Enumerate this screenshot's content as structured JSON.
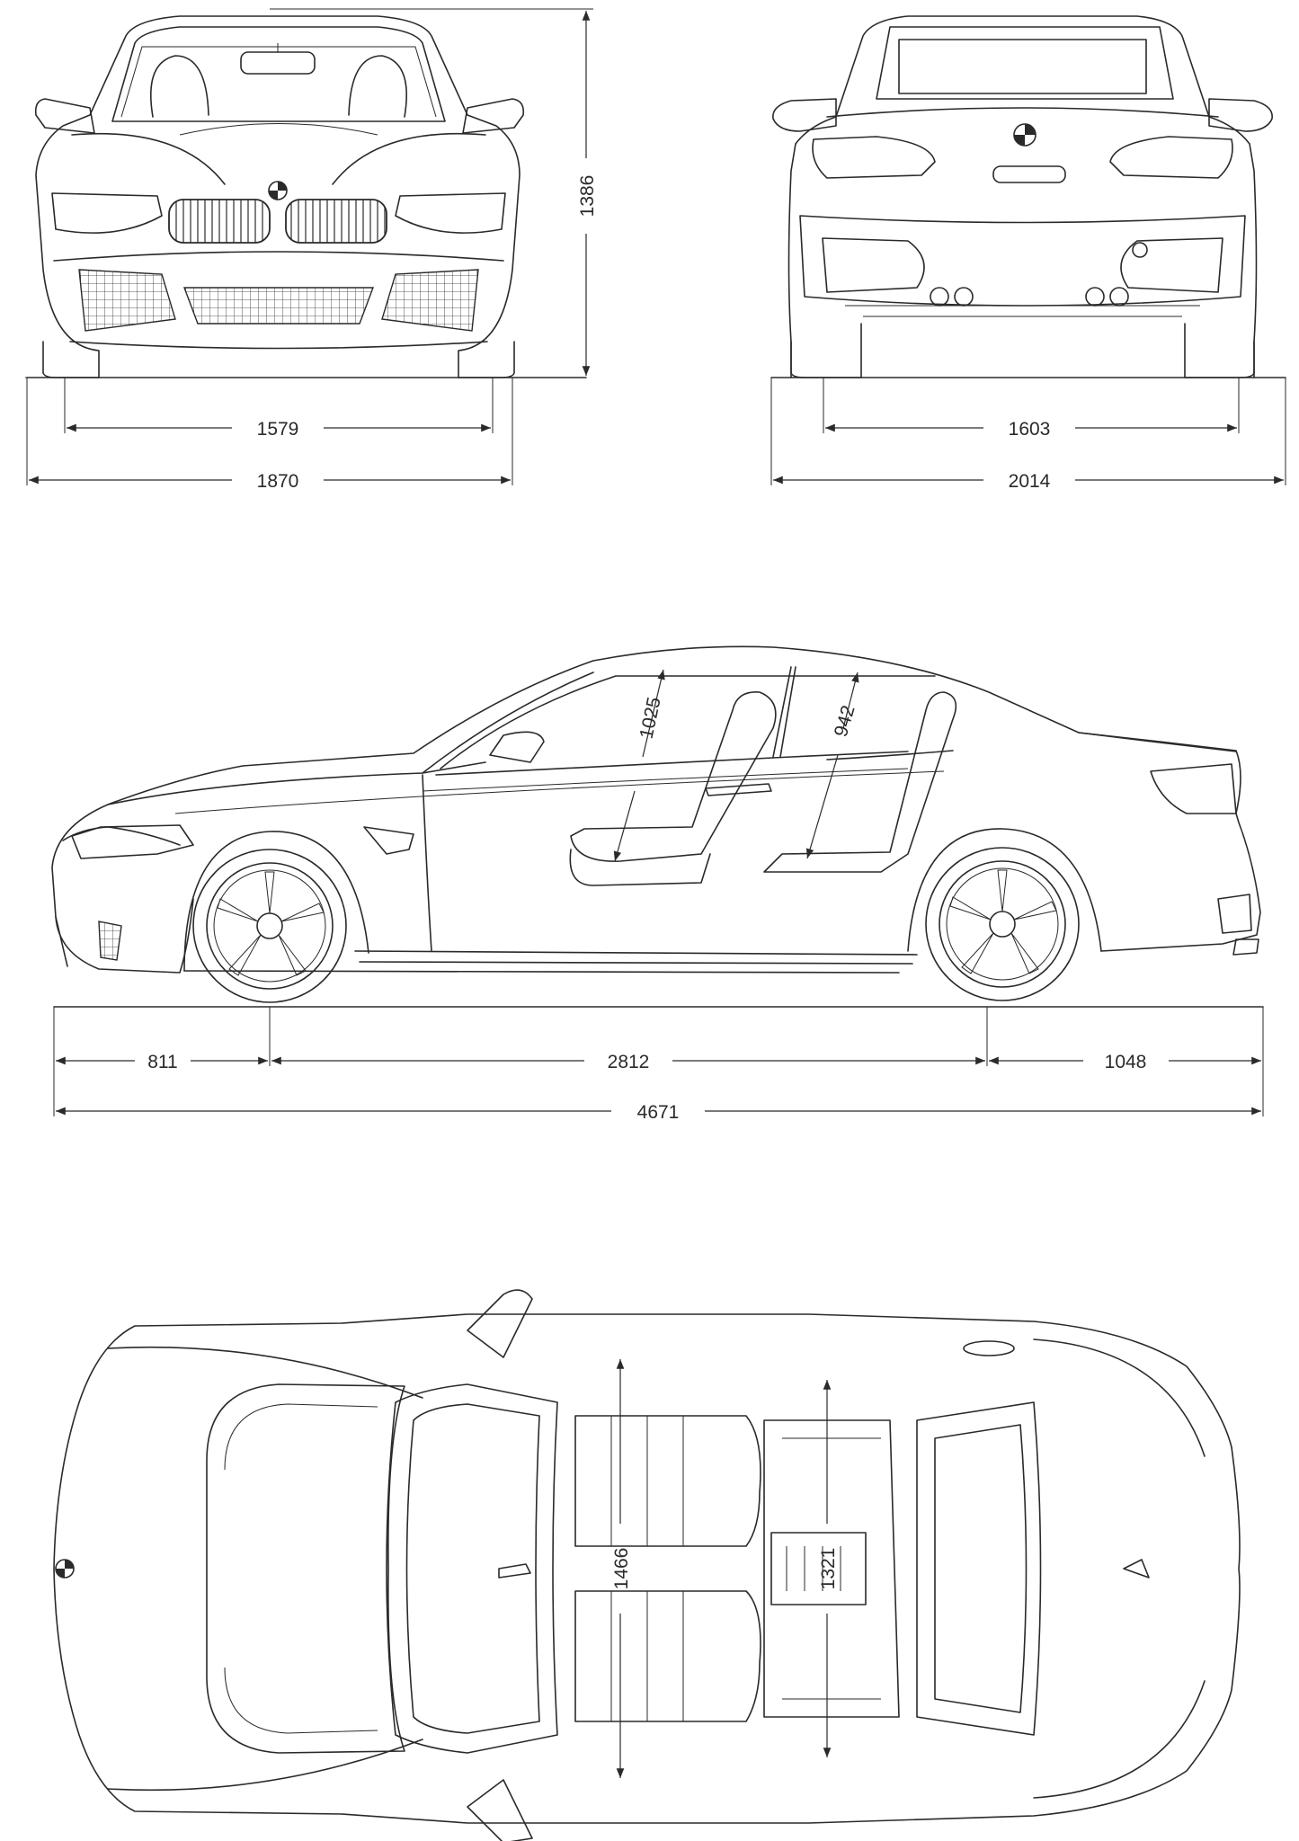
{
  "dimensions": {
    "front_track": "1579",
    "front_width": "1870",
    "height": "1386",
    "rear_track": "1603",
    "rear_width_mirrors": "2014",
    "front_overhang": "811",
    "wheelbase": "2812",
    "rear_overhang": "1048",
    "length": "4671",
    "front_headroom": "1025",
    "rear_headroom": "942",
    "front_shoulder_width": "1466",
    "rear_shoulder_width": "1321"
  },
  "colors": {
    "line": "#2a2a2a",
    "background": "#ffffff"
  },
  "icons": [
    "bmw-roundel-icon"
  ]
}
